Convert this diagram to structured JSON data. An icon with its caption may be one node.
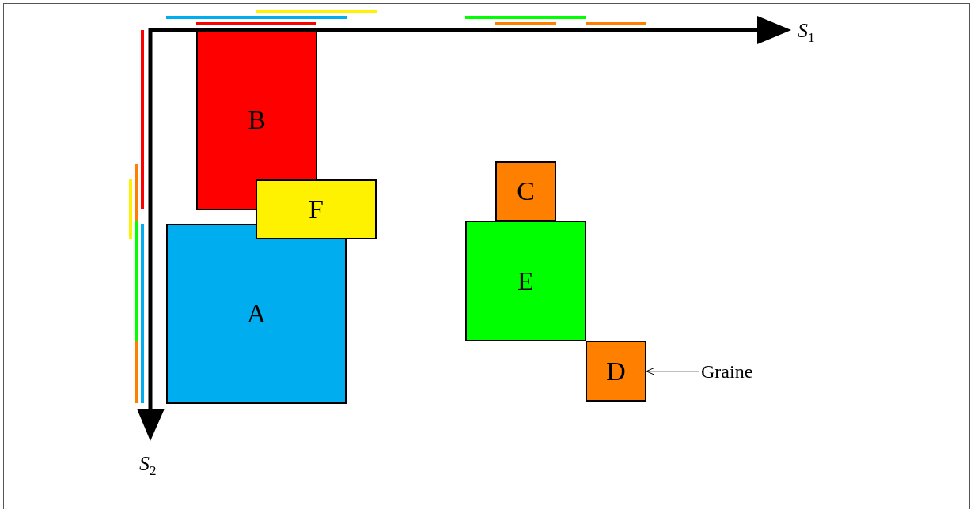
{
  "diagram": {
    "nodes": [
      {
        "text": [
          "B"
        ]
      },
      {
        "text": [
          "C"
        ]
      },
      {
        "text": [
          "F"
        ]
      },
      {
        "text": [
          "A"
        ]
      },
      {
        "text": [
          "E"
        ]
      },
      {
        "text": [
          "D"
        ]
      },
      {
        "text": [
          "Graine"
        ]
      }
    ],
    "edges": [
      {
        "from": 6,
        "to": 5,
        "arrow": "to"
      }
    ],
    "labels": [
      "S$_{1}$",
      "S$_{2}$"
    ]
  }
}
